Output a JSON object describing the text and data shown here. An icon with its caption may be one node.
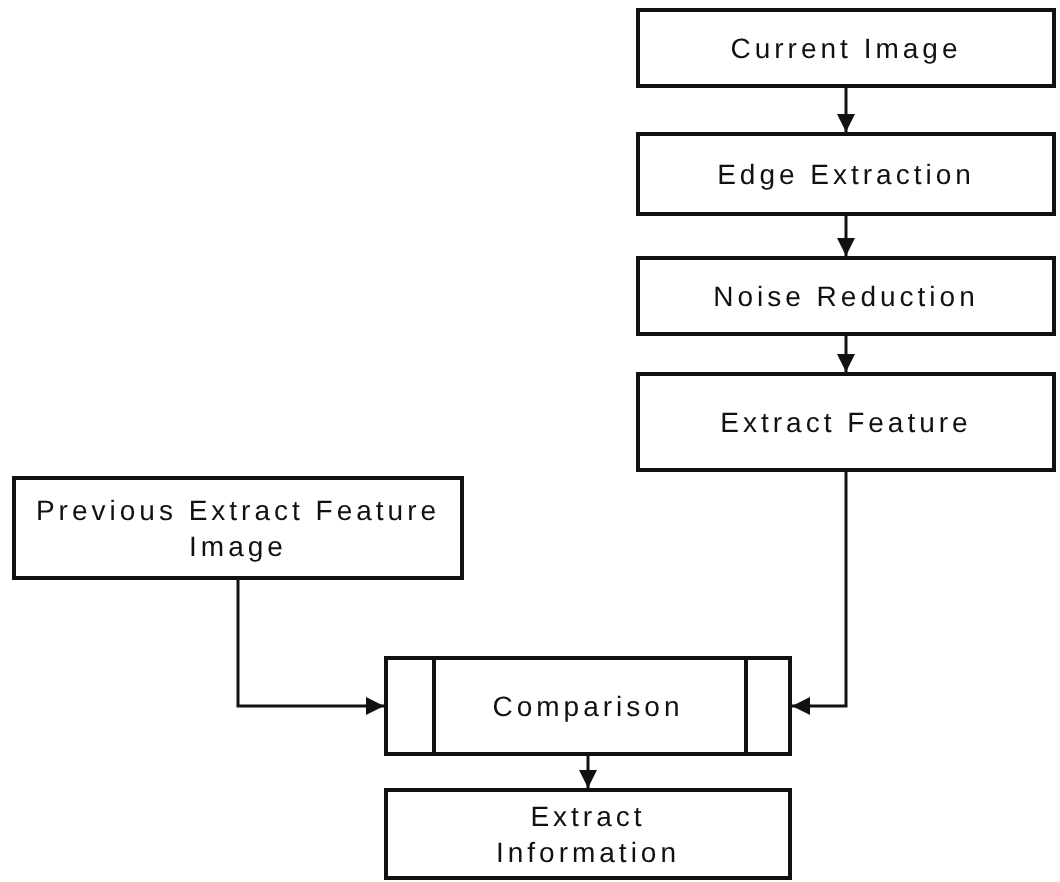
{
  "diagram": {
    "nodes": [
      {
        "text": [
          "Current Image"
        ]
      },
      {
        "text": [
          "Edge Extraction"
        ]
      },
      {
        "text": [
          "Noise Reduction"
        ]
      },
      {
        "text": [
          "Extract Feature"
        ]
      },
      {
        "text": [
          "Previous Extract Feature Image"
        ]
      },
      {
        "text": [
          "Comparison"
        ]
      },
      {
        "text": [
          "Extract Information"
        ]
      }
    ],
    "edges": [
      {
        "from": 0,
        "to": 1,
        "arrow": "to"
      },
      {
        "from": 1,
        "to": 2,
        "arrow": "to"
      },
      {
        "from": 2,
        "to": 3,
        "arrow": "to"
      },
      {
        "from": 4,
        "to": 5,
        "arrow": "to"
      },
      {
        "from": 3,
        "to": 5,
        "arrow": "to"
      },
      {
        "from": 5,
        "to": 6,
        "arrow": "to"
      }
    ]
  }
}
